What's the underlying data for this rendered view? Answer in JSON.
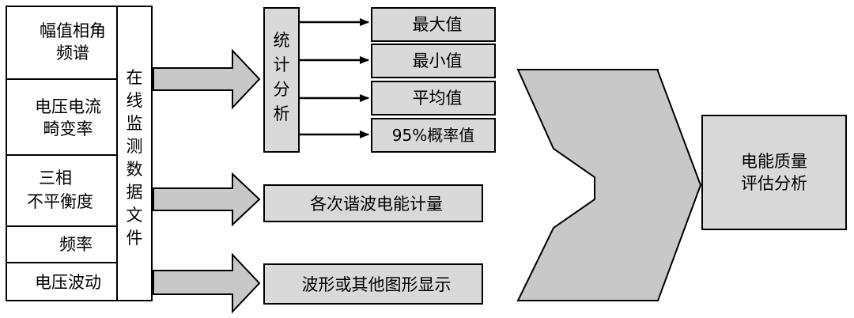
{
  "params": [
    [
      "幅值相角",
      "频谱"
    ],
    [
      "电压电流",
      "畸变率"
    ],
    [
      "三相",
      "不平衡度"
    ],
    [
      "频率"
    ],
    [
      "电压波动"
    ]
  ],
  "data_file": [
    "在",
    "线",
    "监",
    "测",
    "数",
    "据",
    "文",
    "件"
  ],
  "stat": [
    "统",
    "计",
    "分",
    "析"
  ],
  "stat_results": [
    "最大值",
    "最小值",
    "平均值",
    "95%概率值"
  ],
  "harmonic_energy": "各次谐波电能计量",
  "waveform_display": "波形或其他图形显示",
  "assessment": [
    "电能质量",
    "评估分析"
  ],
  "colors": {
    "box_fill": "#d9d9d9",
    "arrow_fill": "#c8c8c8",
    "stroke": "#000000"
  }
}
